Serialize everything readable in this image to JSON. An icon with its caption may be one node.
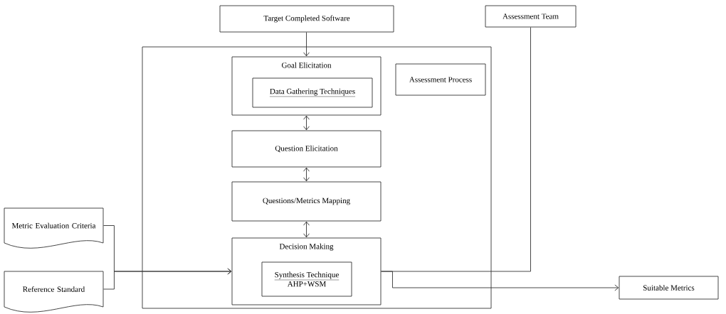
{
  "diagram": {
    "nodes": [
      {
        "text": [
          "Target Completed Software"
        ]
      },
      {
        "text": [
          "Assessment Team"
        ]
      },
      {
        "text": [],
        "shape": "box"
      },
      {
        "text": [
          "Assessment Process"
        ],
        "in": 2
      },
      {
        "text": [
          "Goal Elicitation"
        ],
        "in": 2
      },
      {
        "text": [
          "Data Gathering Techniques"
        ],
        "in": 4
      },
      {
        "text": [
          "Question Elicitation"
        ],
        "in": 2
      },
      {
        "text": [
          "Questions/Metrics Mapping"
        ],
        "in": 2
      },
      {
        "text": [
          "Decision Making"
        ],
        "in": 2
      },
      {
        "text": [
          "Synthesis Technique",
          "AHP+WSM"
        ],
        "in": 8
      },
      {
        "text": [
          "Metric Evaluation Criteria"
        ]
      },
      {
        "text": [
          "Reference Standard"
        ]
      },
      {
        "text": [
          "Suitable Metrics"
        ]
      }
    ],
    "edges": [
      {
        "from": 0,
        "to": 4,
        "arrow": "to"
      },
      {
        "from": 4,
        "to": 6,
        "arrow": "both"
      },
      {
        "from": 6,
        "to": 7,
        "arrow": "both"
      },
      {
        "from": 7,
        "to": 8,
        "arrow": "both"
      },
      {
        "from": 10,
        "to": 8,
        "arrow": "to"
      },
      {
        "from": 11,
        "to": 8,
        "arrow": "to"
      },
      {
        "from": 1,
        "to": 8,
        "arrow": "none"
      },
      {
        "from": 8,
        "to": 12,
        "arrow": "to"
      }
    ]
  }
}
